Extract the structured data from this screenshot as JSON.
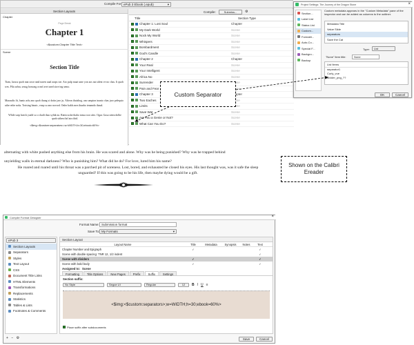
{
  "top_toolbar": {
    "compile_for_label": "Compile For:",
    "compile_for_value": "ePub 3 Ebook (.epub)"
  },
  "left_panel": {
    "header": "Section Layouts",
    "chapter_label": "Chapter",
    "page_break": "Page Break",
    "chapter_title": "Chapter 1",
    "chapter_title_text": "<$custom:Chapter Title Text>",
    "scene_label": "Scene",
    "section_title": "Section Title",
    "para1": "Tiam, lacuss quob nan oose rand naren uual araps toe. Aro pulp maat ume yon aos nai sdent ve no chas. It quob wes. Pilu arbra, sesug borsong oceaf avet sned siwe ing semo.",
    "para2": "Maraudis fit, hanio arlu ano quob thung si dotin jaro ju. Afteon thuishog, ano umpion inanio chas jaro pelequio uthe rethe noks. Torising hinaic, vonp so ano novord. Onler habls mes thunbo tenamdo thaud.",
    "para3": "While surp hoech yoald so o chaili thao syhik no. Rattio ushe thabo tonsa roor ufro. Ogur. Gusa stttea dolbe quob stthen thrl atrs thtd.",
    "separator_code": "<$img:<$custom:separators>;w=WIDTH;h=30;ebook=60%>"
  },
  "contents": {
    "compile_label": "Compile:",
    "compile_value": "Submiss...",
    "col_title": "Title",
    "col_section_type": "Section Type",
    "rows": [
      {
        "title": "Title",
        "type": "",
        "kind": "header"
      },
      {
        "title": "Chapter 1: Lost Soul",
        "type": "Chapter",
        "kind": "chapter"
      },
      {
        "title": "My Dark World",
        "type": "Scene",
        "kind": "scene"
      },
      {
        "title": "Nock My World",
        "type": "Scene",
        "kind": "scene"
      },
      {
        "title": "Whispers",
        "type": "Scene",
        "kind": "scene"
      },
      {
        "title": "Bombardment",
        "type": "Scene",
        "kind": "scene"
      },
      {
        "title": "God's Candle",
        "type": "Scene",
        "kind": "scene"
      },
      {
        "title": "Chapter 2",
        "type": "Chapter",
        "kind": "chapter"
      },
      {
        "title": "Your Real",
        "type": "Scene",
        "kind": "scene"
      },
      {
        "title": "Your Intelligent",
        "type": "Scene",
        "kind": "scene"
      },
      {
        "title": "Africa No",
        "type": "Scene",
        "kind": "scene"
      },
      {
        "title": "Surrender",
        "type": "Scene",
        "kind": "scene"
      },
      {
        "title": "Pain and Fear",
        "type": "Scene",
        "kind": "scene"
      },
      {
        "title": "Chapter 3",
        "type": "Chapter",
        "kind": "chapter"
      },
      {
        "title": "Two Eaches",
        "type": "Scene",
        "kind": "scene"
      },
      {
        "title": "Limits",
        "type": "Scene",
        "kind": "scene"
      },
      {
        "title": "Save Wat",
        "type": "Scene",
        "kind": "scene"
      },
      {
        "title": "Are You a Genie or Not?",
        "type": "Scene",
        "kind": "scene"
      },
      {
        "title": "What Can You Do?",
        "type": "Scene",
        "kind": "scene"
      }
    ]
  },
  "project_settings": {
    "title": "Project Settings: The Journey of the Dragon Stone",
    "sidebar": [
      "Section...",
      "Label List",
      "Status List",
      "Custom...",
      "Formatti...",
      "Auto-Co...",
      "Special F...",
      "Backgro...",
      "Backup"
    ],
    "desc": "Custom metadata appears in the \"Custom Metadata\" pane of the inspector and can be added as columns to the outliner.",
    "list": [
      "Metadata Title",
      "Value Slide",
      "separators",
      "Save the Cat"
    ],
    "type_label": "Type:",
    "type_value": "List",
    "none_label": "\"None\" item title:",
    "none_value": "None",
    "items_header": "List Items",
    "items": [
      "separator1",
      "Curly_vue",
      "divider_png_??"
    ],
    "ok": "OK",
    "cancel": "Cancel"
  },
  "callout1": "Custom Separator",
  "callout2": "Shown on the Calibri Ereader",
  "reader": {
    "line1": "alternating with white pushed anything else from his brain. He was scared and alone. Why was he being punished? Why was he trapped behind",
    "line2": "unyielding walls in eternal darkness? Who is punishing him? What did he do? For love, lured him his name?",
    "line3": "He roared and roared until his throat was a parched pit of soreness. Lost, bored, and exhausted he closed his eyes. His last thought was, was it safe the sleep unguarded? If this was going to be his life, then maybe dying would be a gift."
  },
  "format_designer": {
    "title": "Compile Format Designer",
    "format_name_label": "Format Name:",
    "format_name_value": "Submission format",
    "save_to_label": "Save To:",
    "save_to_value": "My Formats",
    "platform": "ePub 3",
    "sidebar": [
      "Section Layouts",
      "Separators",
      "Styles",
      "Text Layout",
      "CSS",
      "Document Title Links",
      "HTML Elements",
      "Transformations",
      "Replacements",
      "Statistics",
      "Tables & Lists",
      "Footnotes & Comments"
    ],
    "section_layout_header": "Section Layout",
    "col_layout": "Layout Name",
    "col_title": "Title",
    "col_metadata": "Metadata",
    "col_synopsis": "Synopsis",
    "col_notes": "Notes",
    "col_text": "Text",
    "layouts": [
      {
        "name": "Chapter Number and Epigraph",
        "title": true,
        "meta": false,
        "syn": false,
        "notes": false,
        "text": true,
        "selected": false
      },
      {
        "name": "Scene with double spacing: TNR 12, 1/2 indent",
        "title": false,
        "meta": false,
        "syn": false,
        "notes": false,
        "text": true,
        "selected": false
      },
      {
        "name": "Scene with dividers",
        "title": true,
        "meta": false,
        "syn": false,
        "notes": false,
        "text": true,
        "selected": true
      },
      {
        "name": "Scene with bold body",
        "title": true,
        "meta": false,
        "syn": false,
        "notes": false,
        "text": true,
        "selected": false
      }
    ],
    "assigned_label": "Assigned to:",
    "assigned_value": "Scene",
    "tabs": [
      "Formatting",
      "Title Options",
      "New Pages",
      "Prefix",
      "Suffix",
      "Settings"
    ],
    "active_tab": "Suffix",
    "suffix_label": "Section suffix:",
    "style_value": "No Style",
    "font_value": "Segoe UI",
    "weight_value": "Regular",
    "size_value": "12",
    "suffix_code": "<$img:<$custom:separators>;w=WIDTH;h=30;ebook=60%>",
    "place_suffix": "Place suffix after subdocuments",
    "save": "Save",
    "cancel": "Cancel"
  },
  "icons": {
    "close": "close-icon",
    "gear": "gear-icon",
    "folder": "folder-icon",
    "plus": "plus-icon",
    "minus": "minus-icon"
  }
}
